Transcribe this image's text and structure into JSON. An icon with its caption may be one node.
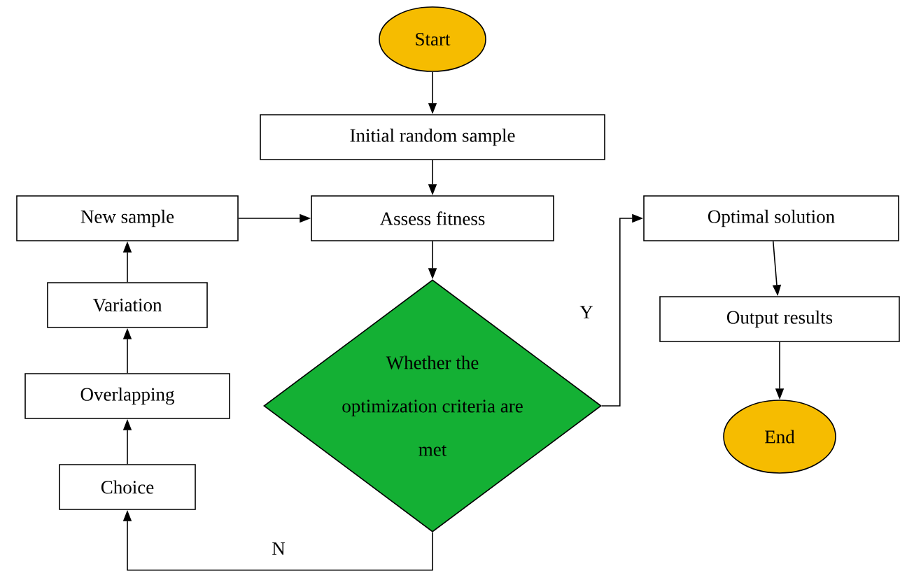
{
  "diagram": {
    "nodes": [
      {
        "text": [
          "Start"
        ]
      },
      {
        "text": [
          "Initial random sample"
        ]
      },
      {
        "text": [
          "New sample"
        ]
      },
      {
        "text": [
          "Assess fitness"
        ]
      },
      {
        "text": [
          "Optimal solution"
        ]
      },
      {
        "text": [
          "Variation"
        ]
      },
      {
        "text": [
          "Output results"
        ]
      },
      {
        "text": [
          "Whether the optimization criteria are met"
        ]
      },
      {
        "text": [
          "Overlapping"
        ]
      },
      {
        "text": [
          "End"
        ]
      },
      {
        "text": [
          "Choice"
        ]
      }
    ],
    "edges": [
      {
        "from": 0,
        "to": 1,
        "arrow": "to"
      },
      {
        "from": 1,
        "to": 3,
        "arrow": "to"
      },
      {
        "from": 2,
        "to": 3,
        "arrow": "to"
      },
      {
        "from": 3,
        "to": 7,
        "arrow": "to"
      },
      {
        "from": 7,
        "to": 4,
        "arrow": "to",
        "label": "Y"
      },
      {
        "from": 4,
        "to": 6,
        "arrow": "to"
      },
      {
        "from": 6,
        "to": 9,
        "arrow": "to"
      },
      {
        "from": 7,
        "to": 10,
        "arrow": "to",
        "label": "N"
      },
      {
        "from": 10,
        "to": 8,
        "arrow": "to"
      },
      {
        "from": 8,
        "to": 5,
        "arrow": "to"
      },
      {
        "from": 5,
        "to": 2,
        "arrow": "to"
      }
    ]
  }
}
